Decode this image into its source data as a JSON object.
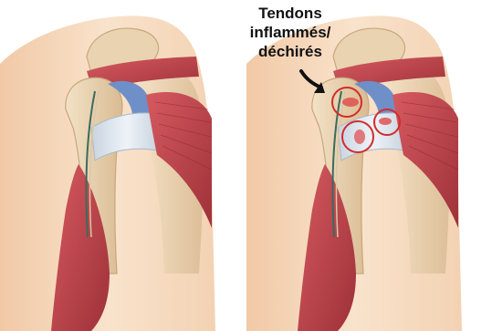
{
  "annotation": {
    "lines": [
      "Tendons",
      "inflammés/",
      "déchirés"
    ]
  },
  "panels": [
    {
      "state": "healthy"
    },
    {
      "state": "injured"
    }
  ],
  "colors": {
    "skin": "#f6d9bd",
    "skin_shadow": "#e9bd97",
    "bone": "#e9d2b0",
    "bone_shade": "#c8a77e",
    "muscle": "#c44a52",
    "muscle_dark": "#9a2f38",
    "tendon": "#d9e2ec",
    "cartilage": "#6f8fc9",
    "inflammation": "#d22c2c",
    "arrow": "#111111"
  }
}
